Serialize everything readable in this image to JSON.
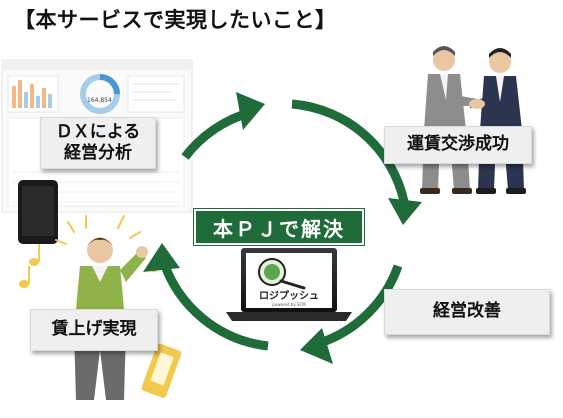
{
  "title": "【本サービスで実現したいこと】",
  "cycle": {
    "top_left": "ＤＸによる\n経営分析",
    "top_right": "運賃交渉成功",
    "bottom_right": "経営改善",
    "bottom_left": "賃上げ実現",
    "center": "本ＰＪで解決"
  },
  "dashboard": {
    "metric": "164,854"
  },
  "logo": {
    "name": "ロジプッシュ",
    "tagline": "powered by SCM"
  },
  "colors": {
    "accent_green": "#1f6b3a",
    "label_bg": "#efefef"
  }
}
